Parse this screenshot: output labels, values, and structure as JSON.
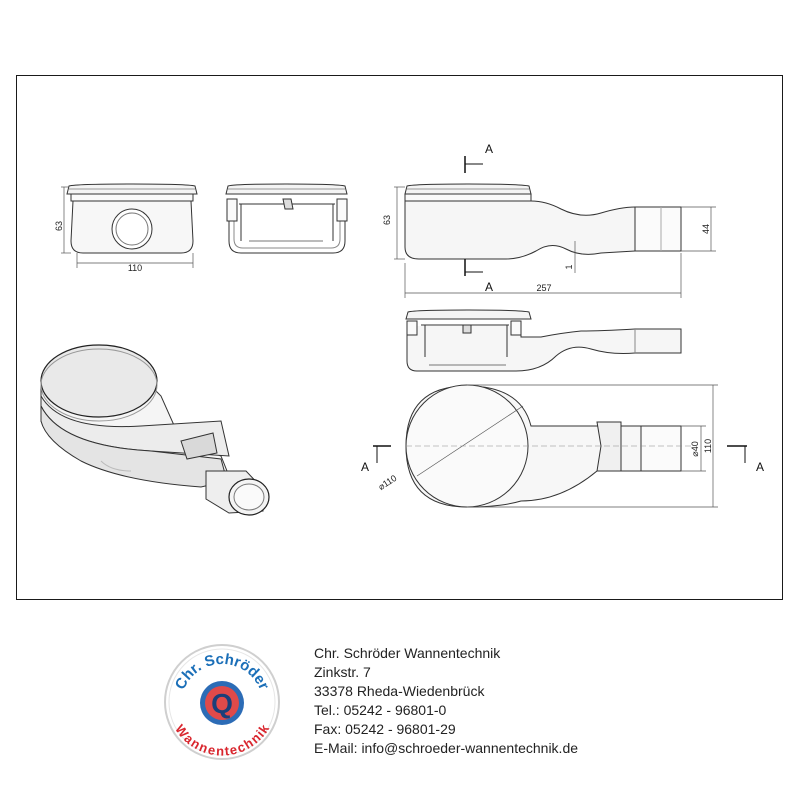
{
  "dimensions": {
    "front_height": "63",
    "front_width": "110",
    "side_height": "63",
    "side_outlet_height": "44",
    "side_length": "257",
    "side_offset": "1",
    "plan_diameter": "⌀110",
    "plan_outlet_diameter": "⌀40",
    "plan_width": "110"
  },
  "section_marks": {
    "top": "A",
    "bottom": "A",
    "left": "A",
    "right": "A"
  },
  "company": {
    "name": "Chr. Schröder Wannentechnik",
    "street": "Zinkstr. 7",
    "city": "33378 Rheda-Wiedenbrück",
    "phone": "Tel.: 05242 - 96801-0",
    "fax": "Fax: 05242 - 96801-29",
    "email": "E-Mail: info@schroeder-wannentechnik.de"
  },
  "logo": {
    "text_top": "Chr. Schröder",
    "text_bottom": "Wannentechnik",
    "letter": "Q",
    "colors": {
      "blue": "#1b6fb8",
      "red": "#d9262e"
    }
  }
}
